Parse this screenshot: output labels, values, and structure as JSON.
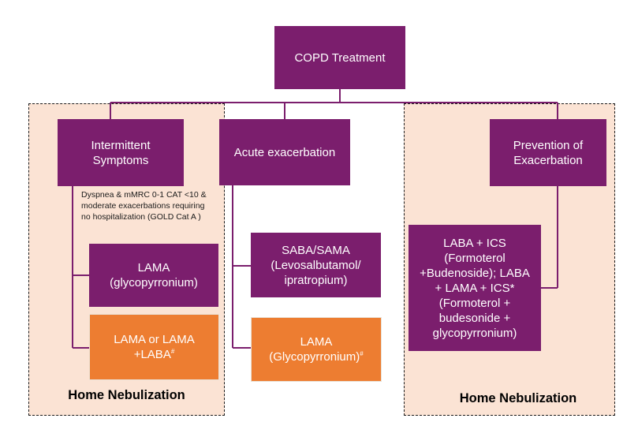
{
  "diagram": {
    "root": "COPD Treatment",
    "branches": {
      "intermittent": {
        "title": "Intermittent Symptoms",
        "criteria": "Dyspnea & mMRC 0-1 CAT <10 & moderate exacerbations requiring no hospitalization (GOLD Cat A )",
        "option_1": "LAMA (glycopyrronium)",
        "option_2_text": "LAMA or LAMA +LABA",
        "option_2_mark": "#",
        "setting": "Home Nebulization"
      },
      "acute": {
        "title": "Acute exacerbation",
        "option_1": "SABA/SAMA (Levosalbutamol/ ipratropium)",
        "option_2_text": "LAMA (Glycopyrronium)",
        "option_2_mark": "#"
      },
      "prevention": {
        "title": "Prevention of Exacerbation",
        "option_1": "LABA + ICS (Formoterol +Budenoside); LABA + LAMA + ICS* (Formoterol + budesonide + glycopyrronium)",
        "setting": "Home Nebulization"
      }
    }
  },
  "colors": {
    "purple_box": "#7b1e6d",
    "orange_box": "#ed7d31",
    "panel_fill": "#fbe3d4",
    "connector": "#7b1e6d"
  }
}
